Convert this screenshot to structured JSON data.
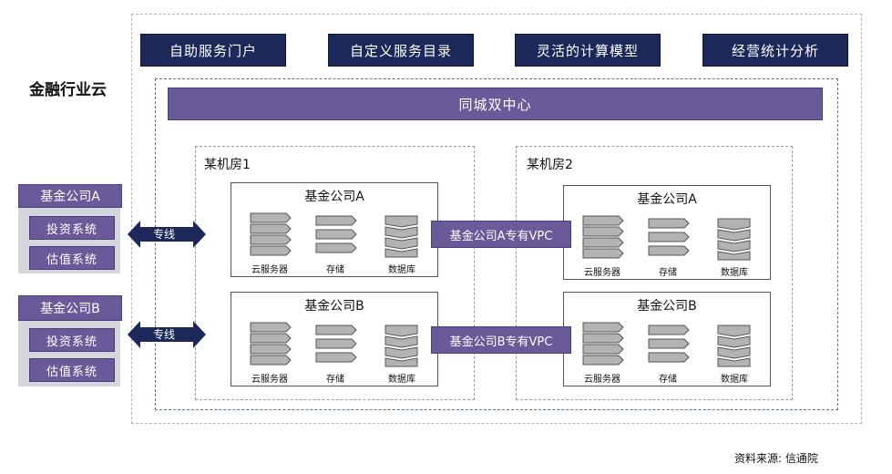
{
  "title": "金融行业云",
  "top_buttons": [
    "自助服务门户",
    "自定义服务目录",
    "灵活的计算模型",
    "经营统计分析"
  ],
  "center_bar": "同城双中心",
  "rooms": [
    {
      "label": "某机房1"
    },
    {
      "label": "某机房2"
    }
  ],
  "funds": [
    {
      "name": "基金公司A",
      "server": "云服务器",
      "storage": "存储",
      "db": "数据库"
    },
    {
      "name": "基金公司B",
      "server": "云服务器",
      "storage": "存储",
      "db": "数据库"
    }
  ],
  "vpc": [
    "基金公司A专有VPC",
    "基金公司B专有VPC"
  ],
  "left_groups": [
    {
      "head": "基金公司A",
      "items": [
        "投资系统",
        "估值系统"
      ]
    },
    {
      "head": "基金公司B",
      "items": [
        "投资系统",
        "估值系统"
      ]
    }
  ],
  "line_label": "专线",
  "source": "资料来源: 信通院",
  "colors": {
    "navy": "#1c2859",
    "purple": "#6a5a99",
    "gray_fill": "#b3b3b3"
  }
}
